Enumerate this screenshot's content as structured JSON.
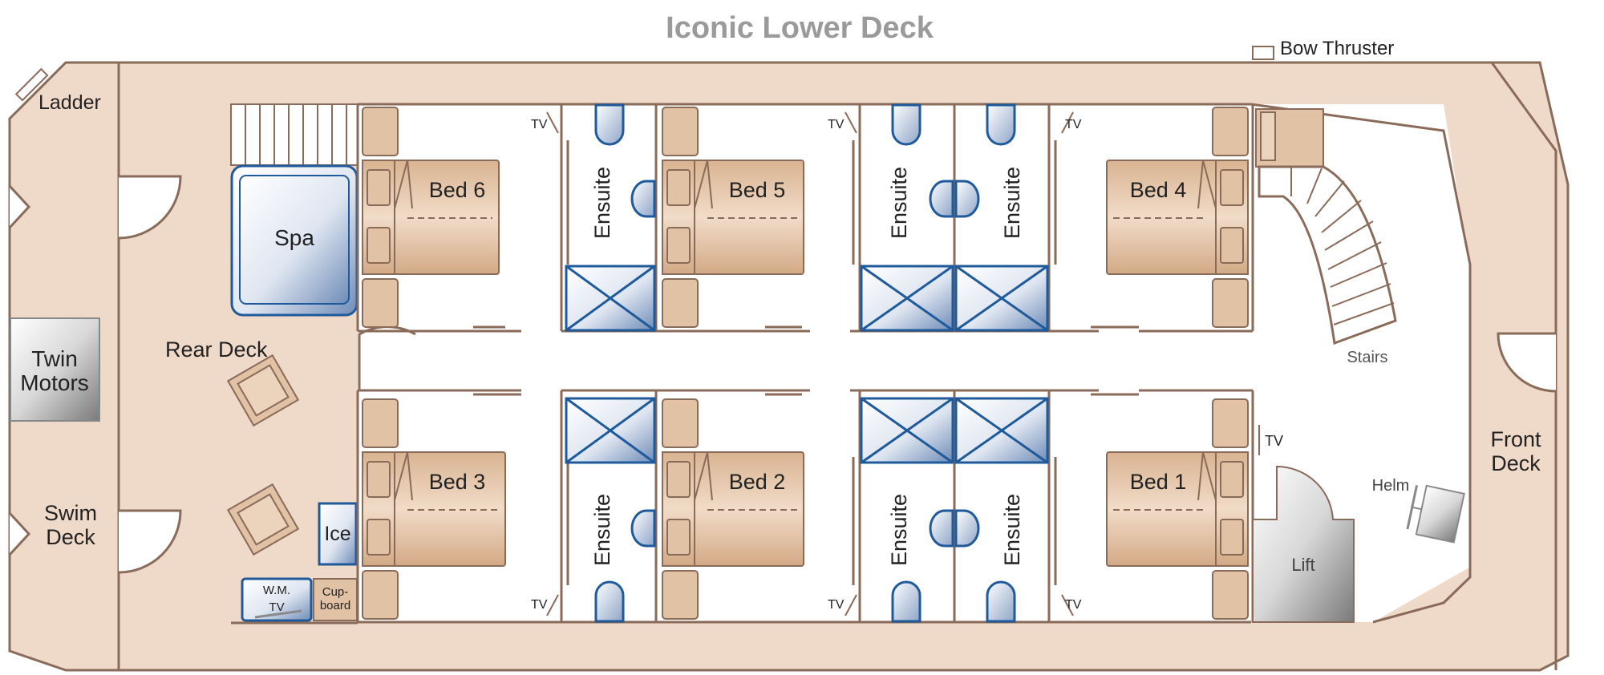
{
  "title": "Iconic Lower Deck",
  "colors": {
    "hull": "#efd9c9",
    "wall": "#8a6a58",
    "furniture": "#e2c2a4",
    "blue": "#1f5a9a",
    "title": "#9a9a9a"
  },
  "labels": {
    "bow_thruster": "Bow Thruster",
    "ladder": "Ladder",
    "twin_motors_1": "Twin",
    "twin_motors_2": "Motors",
    "swim_deck_1": "Swim",
    "swim_deck_2": "Deck",
    "rear_deck": "Rear Deck",
    "spa": "Spa",
    "ice": "Ice",
    "wm_tv_1": "W.M.",
    "wm_tv_2": "TV",
    "cupboard_1": "Cup-",
    "cupboard_2": "board",
    "stairs": "Stairs",
    "front_deck_1": "Front",
    "front_deck_2": "Deck",
    "helm": "Helm",
    "lift": "Lift",
    "ensuite": "Ensuite",
    "tv": "TV"
  },
  "beds": [
    "Bed 1",
    "Bed 2",
    "Bed 3",
    "Bed 4",
    "Bed 5",
    "Bed 6"
  ]
}
